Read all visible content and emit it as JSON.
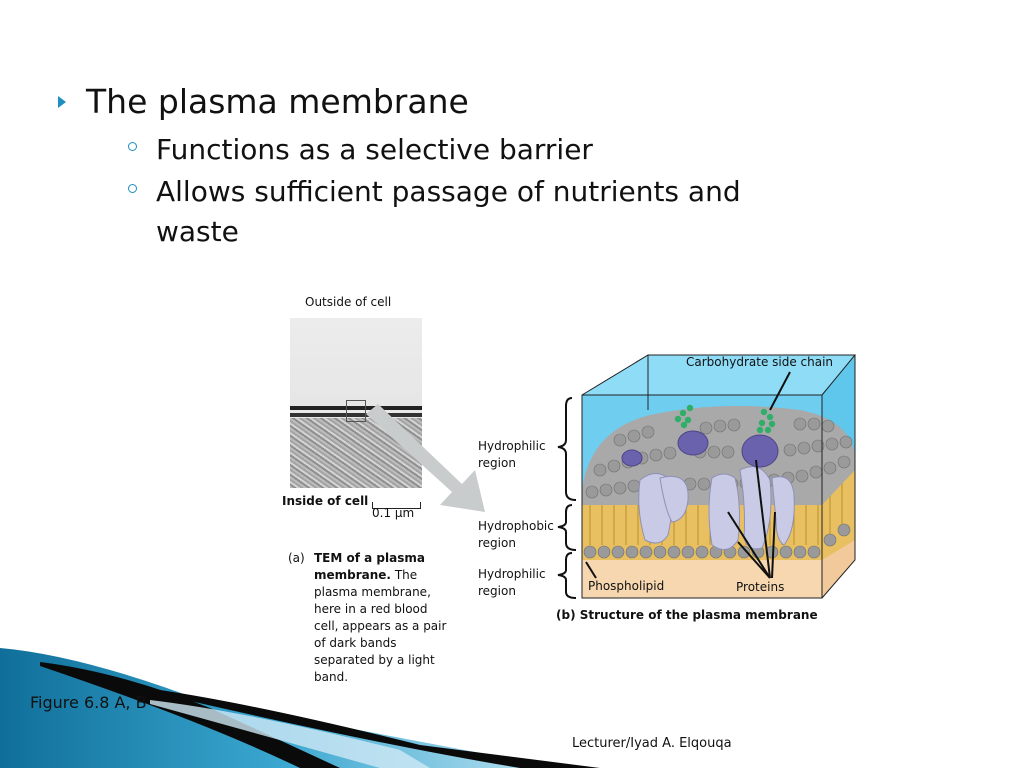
{
  "slide": {
    "bullet_main": "The plasma membrane",
    "bullet_sub": [
      "Functions as a selective barrier",
      "Allows sufficient passage of nutrients and waste"
    ]
  },
  "figure_a": {
    "outside_label": "Outside of cell",
    "inside_label": "Inside of cell",
    "scale_label": "0.1 µm",
    "caption_letter": "(a)",
    "caption_bold": "TEM of a plasma membrane.",
    "caption_text": "The plasma membrane, here in a red blood cell, appears as a pair of dark bands separated by a light band."
  },
  "figure_b": {
    "carbohydrate_label": "Carbohydrate side chain",
    "hydrophilic_top": "Hydrophilic region",
    "hydrophobic": "Hydrophobic region",
    "hydrophilic_bottom": "Hydrophilic region",
    "phospholipid_label": "Phospholipid",
    "proteins_label": "Proteins",
    "caption": "(b) Structure of the plasma membrane"
  },
  "footer": {
    "figure_ref": "Figure 6.8 A, B",
    "lecturer": "Lecturer/Iyad A. Elqouqa"
  },
  "colors": {
    "accent": "#1e8fc0",
    "sky": "#6fcdf0",
    "cytoplasm": "#f6d7b0",
    "lipid_head": "#a9a9a9",
    "protein": "#c9cbe6",
    "glycoprotein": "#6b62ad",
    "carbohydrate": "#2fae6a"
  }
}
